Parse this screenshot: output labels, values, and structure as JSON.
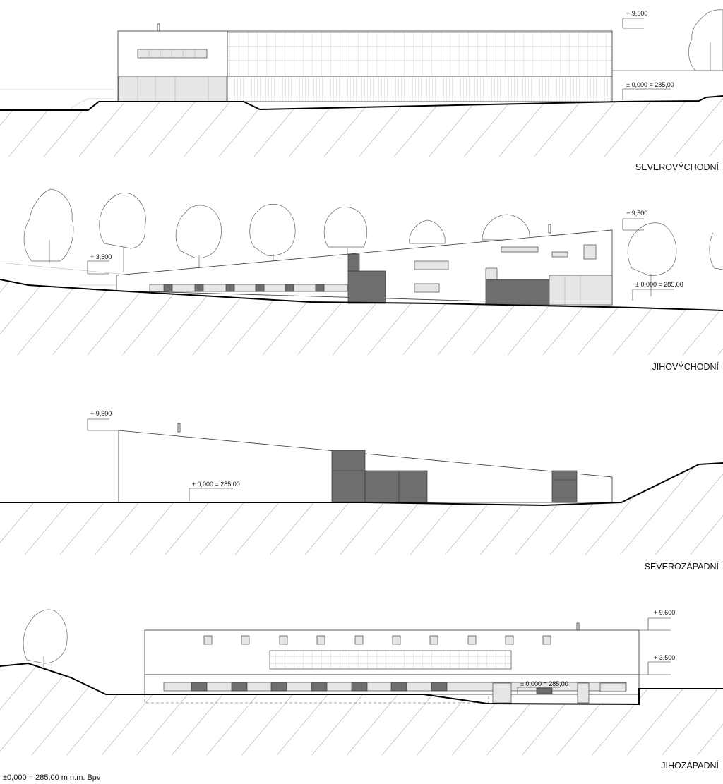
{
  "elevations": [
    {
      "title": "SEVEROVÝCHODNÍ",
      "levels": [
        "+ 9,500",
        "± 0,000 = 285,00"
      ]
    },
    {
      "title": "JIHOVÝCHODNÍ",
      "levels": [
        "+ 9,500",
        "+ 3,500",
        "± 0,000 = 285,00"
      ]
    },
    {
      "title": "SEVEROZÁPADNÍ",
      "levels": [
        "+ 9,500",
        "± 0,000 = 285,00"
      ]
    },
    {
      "title": "JIHOZÁPADNÍ",
      "levels": [
        "+ 9,500",
        "+ 3,500",
        "± 0,000 = 285,00"
      ]
    }
  ],
  "footnote": "±0,000 = 285,00 m n.m. Bpv",
  "colors": {
    "dark_panel": "#6e6e6e",
    "light_panel": "#e6e6e6",
    "ground": "#000000"
  }
}
